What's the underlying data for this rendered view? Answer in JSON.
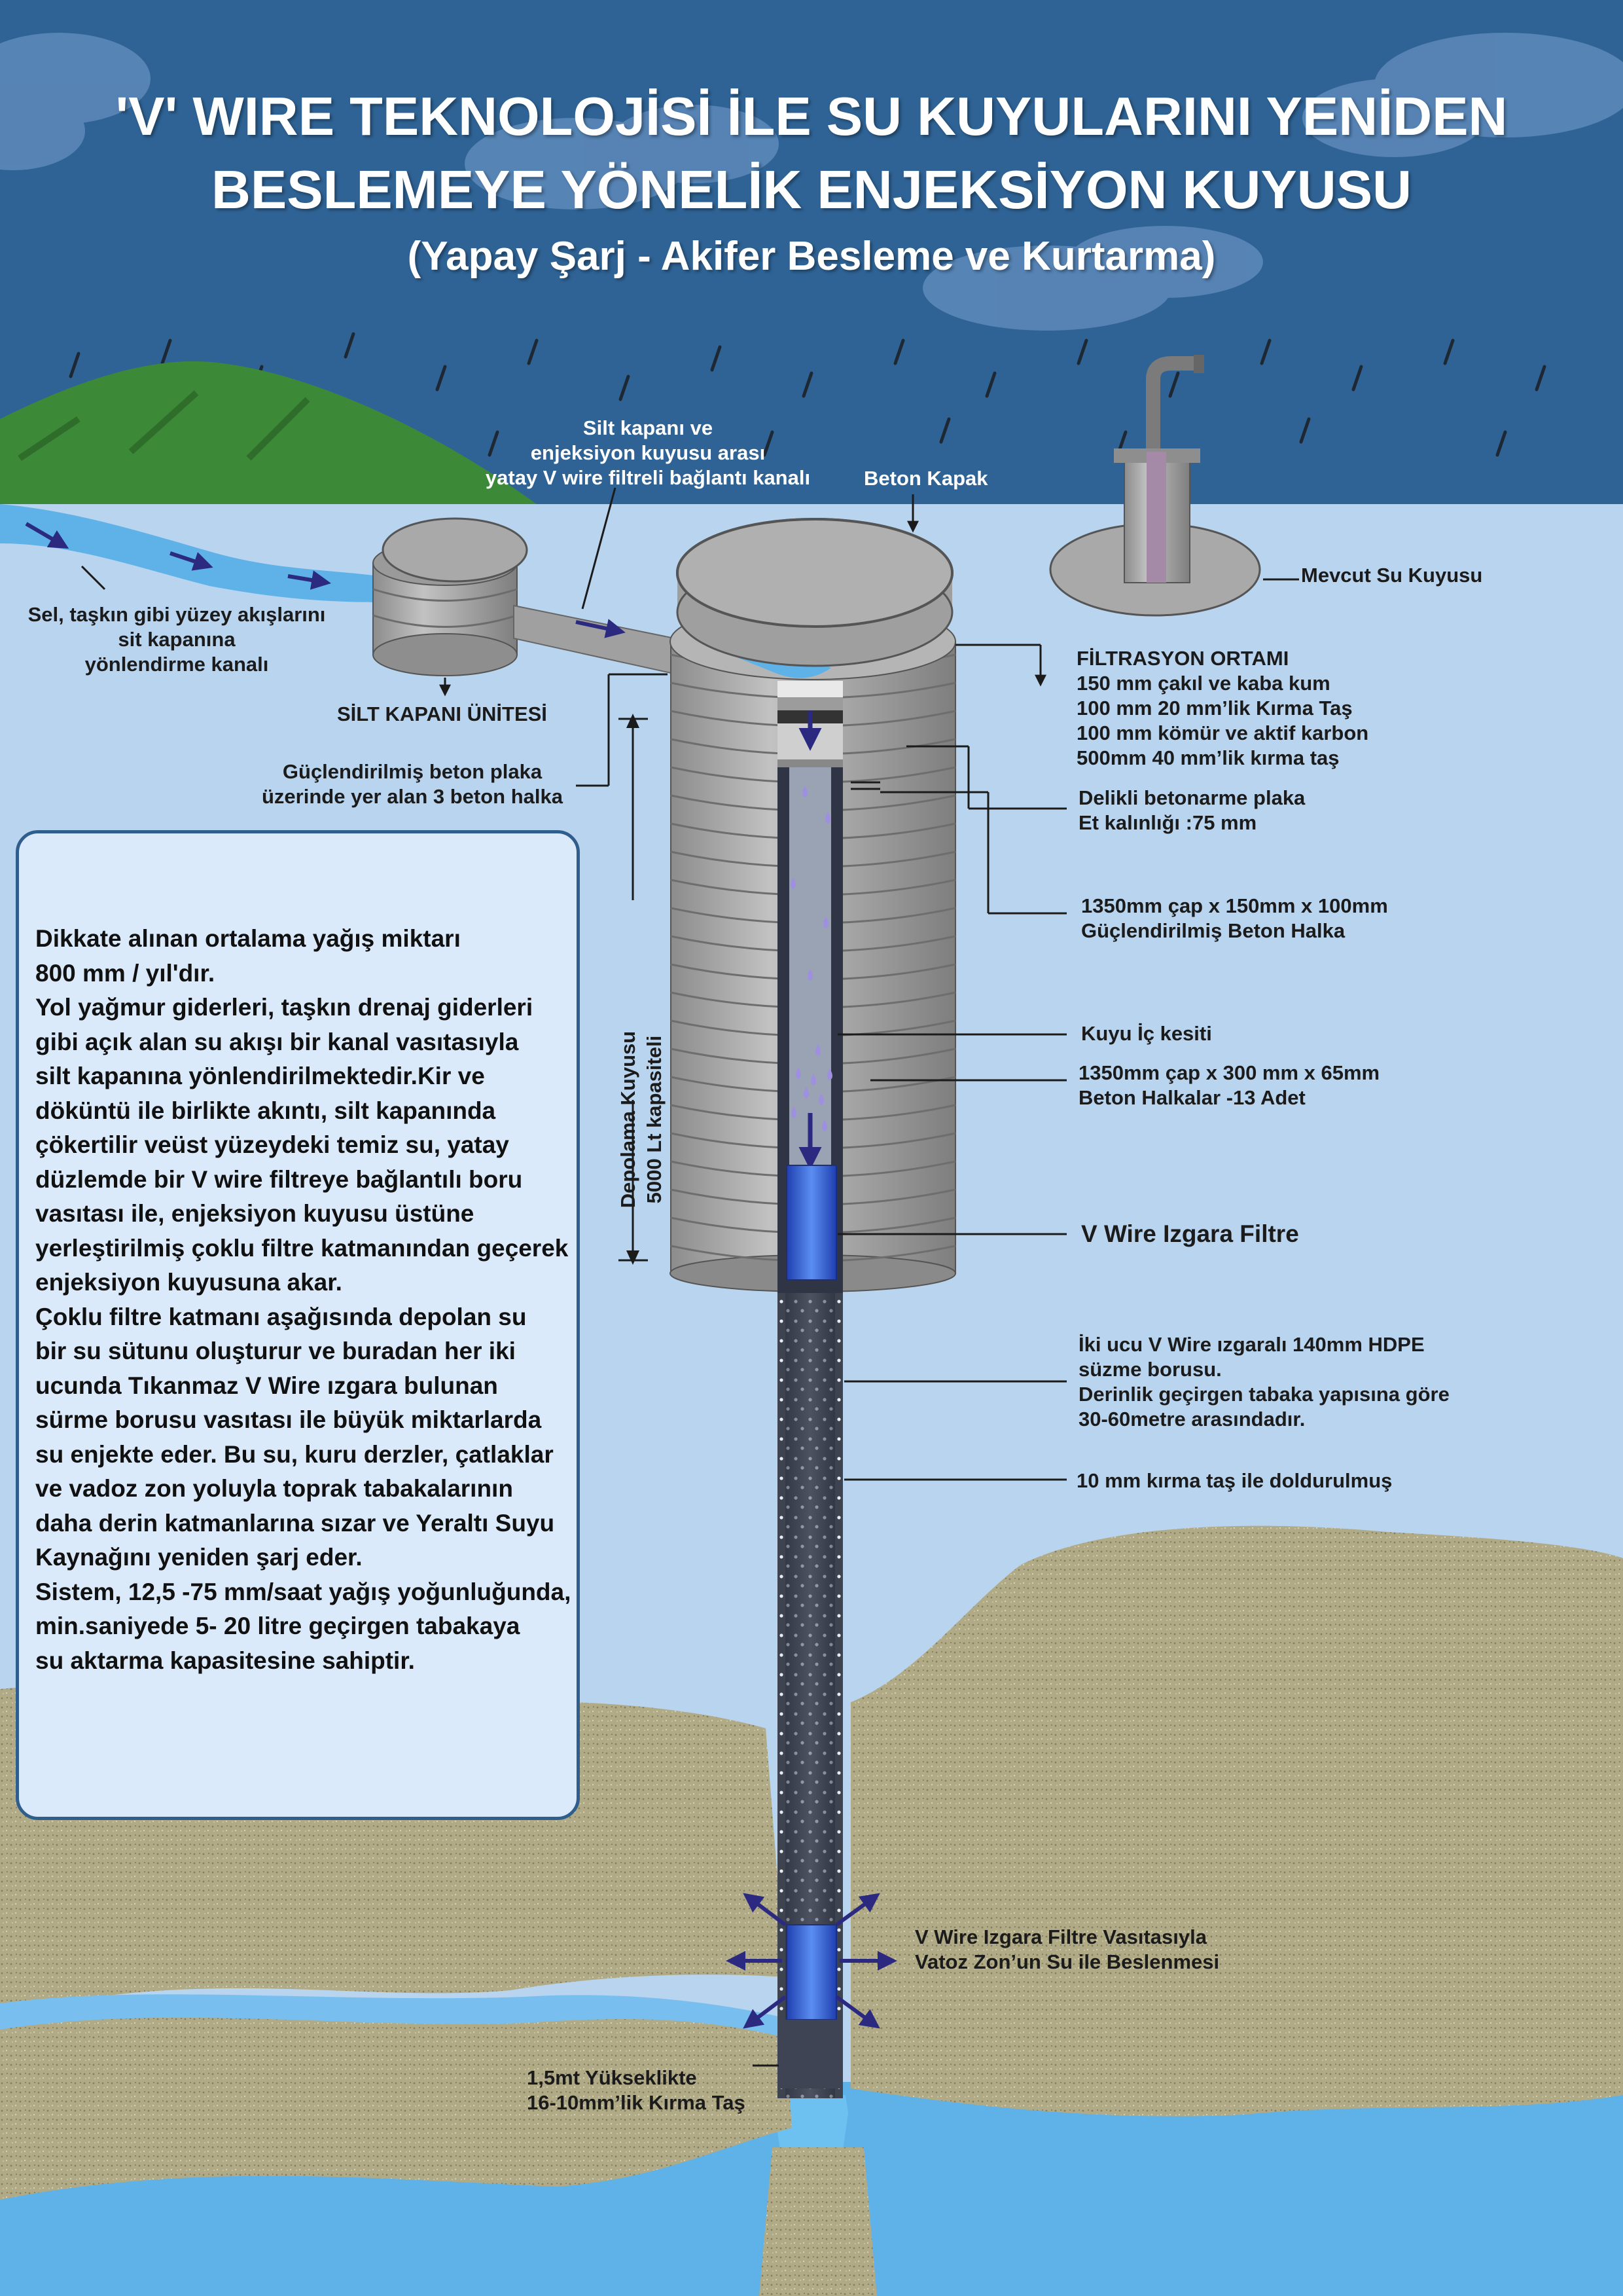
{
  "title": {
    "line1": "'V' WIRE TEKNOLOJİSİ İLE SU KUYULARINI YENİDEN",
    "line2": "BESLEMEYE YÖNELİK ENJEKSİYON KUYUSU",
    "subtitle": "(Yapay Şarj - Akifer Besleme ve Kurtarma)"
  },
  "labels": {
    "channel_connection": [
      "Silt kapanı ve",
      "enjeksiyon kuyusu arası",
      "yatay V wire filtreli bağlantı kanalı"
    ],
    "concrete_cover": "Beton Kapak",
    "existing_well": "Mevcut Su Kuyusu",
    "surface_runoff": [
      "Sel, taşkın gibi yüzey akışlarını",
      "sit kapanına",
      "yönlendirme kanalı"
    ],
    "silt_trap_unit": "SİLT KAPANI ÜNİTESİ",
    "concrete_rings_3": [
      "Güçlendirilmiş beton plaka",
      "üzerinde yer alan 3 beton halka"
    ],
    "filtration_media": [
      "FİLTRASYON ORTAMI",
      "150 mm çakıl ve kaba kum",
      "100 mm 20 mm’lik Kırma Taş",
      "100 mm kömür ve aktif karbon",
      "500mm 40 mm’lik kırma taş"
    ],
    "perforated_slab": [
      "Delikli betonarme plaka",
      "Et kalınlığı :75 mm"
    ],
    "reinforced_ring": [
      "1350mm çap x 150mm x 100mm",
      "Güçlendirilmiş Beton Halka"
    ],
    "well_section": "Kuyu İç kesiti",
    "concrete_rings_13": [
      "1350mm çap x 300 mm x 65mm",
      "Beton Halkalar -13 Adet"
    ],
    "v_wire_filter": "V Wire Izgara Filtre",
    "storage_well": [
      "Depolama Kuyusu",
      "5000 Lt kapasiteli"
    ],
    "hdpe_pipe": [
      "İki ucu V Wire ızgaralı 140mm HDPE",
      "süzme borusu.",
      "Derinlik geçirgen tabaka yapısına göre",
      "30-60metre arasındadır."
    ],
    "crushed_fill": "10 mm kırma taş ile doldurulmuş",
    "vadose_recharge": [
      "V Wire Izgara Filtre Vasıtasıyla",
      "Vatoz Zon’un Su ile  Beslenmesi"
    ],
    "bottom_gravel": [
      "1,5mt Yükseklikte",
      "16-10mm’lik Kırma Taş"
    ]
  },
  "info_box": [
    "Dikkate alınan ortalama yağış miktarı",
    "800 mm / yıl'dır.",
    "Yol yağmur giderleri, taşkın drenaj giderleri",
    "gibi açık alan su akışı bir kanal vasıtasıyla",
    "silt kapanına yönlendirilmektedir.Kir ve",
    "döküntü ile birlikte akıntı, silt kapanında",
    "çökertilir veüst yüzeydeki temiz su, yatay",
    "düzlemde bir V wire filtreye bağlantılı boru",
    "vasıtası ile, enjeksiyon kuyusu üstüne",
    "yerleştirilmiş çoklu filtre katmanından geçerek",
    "enjeksiyon kuyusuna akar.",
    "Çoklu filtre katmanı aşağısında depolan su",
    "bir su sütunu oluşturur ve buradan her iki",
    "ucunda Tıkanmaz V Wire ızgara bulunan",
    "sürme borusu vasıtası ile büyük miktarlarda",
    "su enjekte eder. Bu su, kuru derzler, çatlaklar",
    "ve vadoz zon yoluyla toprak tabakalarının",
    "daha derin katmanlarına sızar ve Yeraltı Suyu",
    "Kaynağını yeniden şarj eder.",
    "Sistem, 12,5 -75 mm/saat yağış yoğunluğunda,",
    "min.saniyede 5- 20 litre geçirgen tabakaya",
    "su aktarma kapasitesine sahiptir."
  ],
  "colors": {
    "sky": "#2f6395",
    "water": "#5fb2e8",
    "ground": "#b3ad88",
    "hill": "#3c8a38",
    "concrete": "#a6a6a6",
    "arrow": "#2b2a80"
  }
}
